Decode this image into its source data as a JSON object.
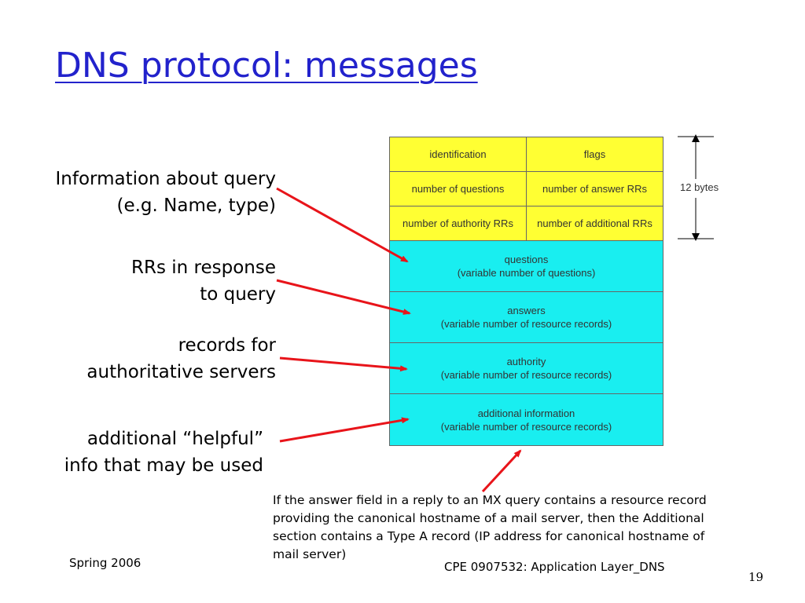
{
  "slide": {
    "title": "DNS protocol: messages",
    "labels": [
      {
        "lines": [
          "Information about query",
          "(e.g. Name, type)"
        ]
      },
      {
        "lines": [
          "RRs in response",
          "to query"
        ]
      },
      {
        "lines": [
          "records for",
          "authoritative servers"
        ]
      },
      {
        "lines": [
          "additional “helpful”",
          "info that may be used"
        ]
      }
    ],
    "header_rows": [
      [
        "identification",
        "flags"
      ],
      [
        "number of questions",
        "number of answer RRs"
      ],
      [
        "number of authority RRs",
        "number of additional RRs"
      ]
    ],
    "sections": [
      {
        "name": "questions",
        "detail": "(variable number of questions)"
      },
      {
        "name": "answers",
        "detail": "(variable number of resource records)"
      },
      {
        "name": "authority",
        "detail": "(variable number of resource  records)"
      },
      {
        "name": "additional information",
        "detail": "(variable number of resource records)"
      }
    ],
    "bytes_label": "12 bytes",
    "note_lines": [
      "If the answer field in a reply to an MX query contains a resource record",
      "providing the canonical hostname of a mail server, then the Additional",
      "section contains a Type A record (IP address for canonical hostname of",
      "mail server)"
    ],
    "footer_left": "Spring 2006",
    "footer_center": "CPE 0907532: Application Layer_DNS",
    "page_number": "19"
  },
  "colors": {
    "title": "#2222cc",
    "header_fill": "#ffff33",
    "section_fill": "#19eef0",
    "arrow": "#e8141a"
  }
}
